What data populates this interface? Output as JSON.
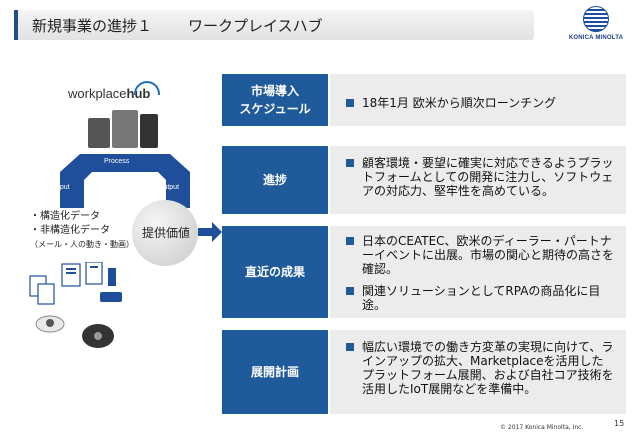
{
  "header": {
    "title": "新規事業の進捗１",
    "subtitle": "ワークプレイスハブ",
    "logo_text": "KONICA MINOLTA"
  },
  "illustration": {
    "brand_plain": "workplace",
    "brand_bold": "hub",
    "process_label": "Process",
    "input_label": "Input",
    "output_label": "Output",
    "data_items": [
      "・構造化データ",
      "・非構造化データ"
    ],
    "data_note": "（メール・人の動き・動画）",
    "value_bubble": "提供価値"
  },
  "rows": [
    {
      "label": "市場導入\nスケジュール",
      "bullets": [
        "18年1月 欧米から順次ローンチング"
      ]
    },
    {
      "label": "進捗",
      "bullets": [
        "顧客環境・要望に確実に対応できるようプラットフォームとしての開発に注力し、ソフトウェアの対応力、堅牢性を高めている。"
      ]
    },
    {
      "label": "直近の成果",
      "bullets": [
        "日本のCEATEC、欧米のディーラー・パートナーイベントに出展。市場の関心と期待の高さを確認。",
        "関連ソリューションとしてRPAの商品化に目途。"
      ]
    },
    {
      "label": "展開計画",
      "bullets": [
        "幅広い環境での働き方変革の実現に向けて、ラインアップの拡大、Marketplaceを活用したプラットフォーム展開、および自社コア技術を活用したIoT展開などを準備中。"
      ]
    }
  ],
  "footer": {
    "copyright": "© 2017 Konica Minolta, Inc.",
    "page_number": "15"
  },
  "colors": {
    "accent": "#1f5a9b",
    "row_body_bg": "#ececec"
  }
}
